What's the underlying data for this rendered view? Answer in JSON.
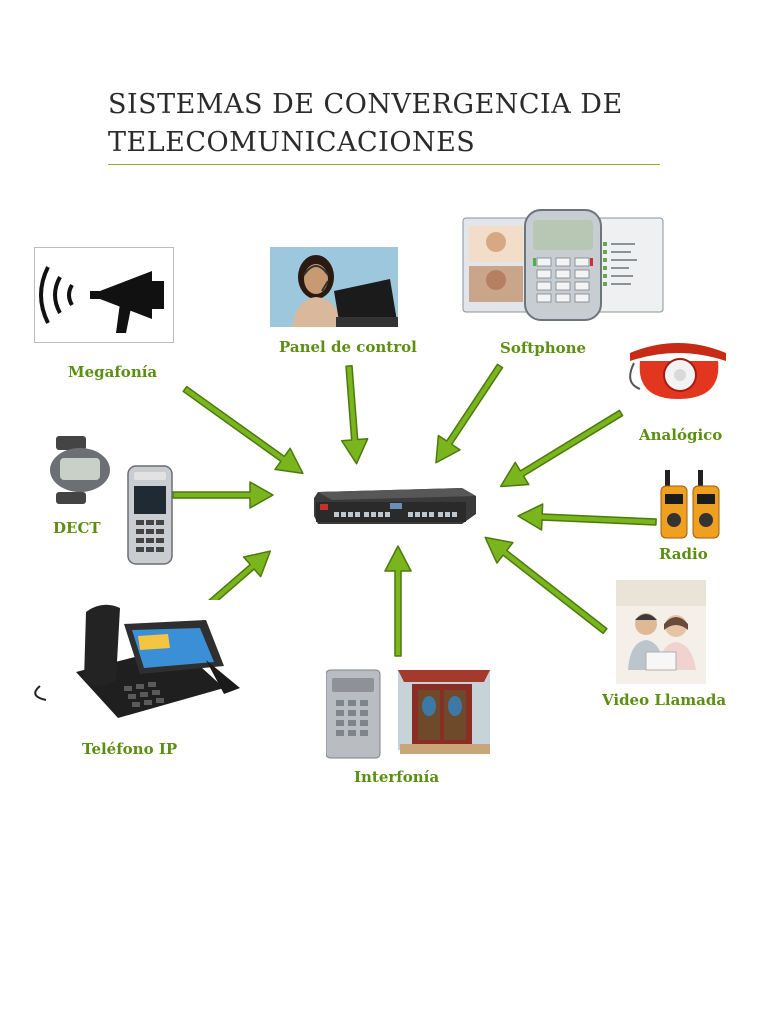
{
  "title": {
    "line1": "SISTEMAS DE CONVERGENCIA DE",
    "line2": "TELECOMUNICACIONES"
  },
  "colors": {
    "accent": "#8db33a",
    "arrow_fill": "#7ab51d",
    "arrow_stroke": "#4c7a0e",
    "label": "#5b8f12"
  },
  "hub": {
    "name": "pbx-switch"
  },
  "nodes": {
    "megafonia": {
      "label": "Megafonía",
      "icon": "megaphone-icon"
    },
    "panel": {
      "label": "Panel de control",
      "icon": "operator-headset-icon"
    },
    "softphone": {
      "label": "Softphone",
      "icon": "softphone-window-icon"
    },
    "analogico": {
      "label": "Analógico",
      "icon": "rotary-phone-icon"
    },
    "dect": {
      "label": "DECT",
      "icon": "dect-handset-icon"
    },
    "radio": {
      "label": "Radio",
      "icon": "walkie-talkie-icon"
    },
    "telefono_ip": {
      "label": "Teléfono IP",
      "icon": "ip-phone-icon"
    },
    "interfonia": {
      "label": "Interfonía",
      "icon": "intercom-door-icon"
    },
    "video": {
      "label": "Video Llamada",
      "icon": "video-call-icon"
    }
  }
}
